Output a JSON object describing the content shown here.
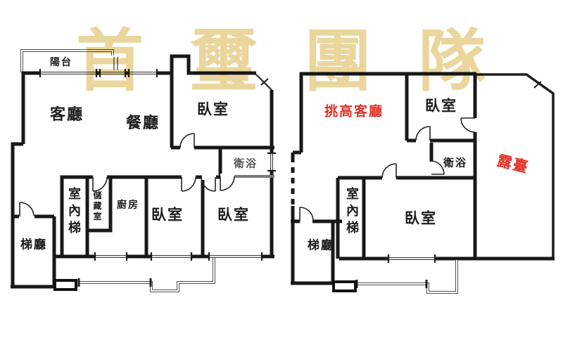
{
  "watermark": {
    "text": "首璽團隊",
    "chars": [
      "首",
      "璽",
      "團",
      "隊"
    ],
    "color": "#ead69d"
  },
  "units": {
    "left": {
      "balcony": "陽台",
      "living": "客廳",
      "dining": "餐廳",
      "bedroom_top": "臥室",
      "bath": "衛浴",
      "indoor_stairs": "室內梯",
      "storage": "儲藏室",
      "kitchen": "廚房",
      "bedroom_a": "臥室",
      "bedroom_b": "臥室",
      "stair_hall": "梯廳"
    },
    "right": {
      "living_high": "挑高客廳",
      "bedroom_top": "臥室",
      "bath": "衛浴",
      "terrace": "露臺",
      "indoor_stairs": "室內梯",
      "bedroom": "臥室",
      "stair_hall": "梯廳"
    }
  },
  "colors": {
    "wall": "#181818",
    "accent_red": "#e03228",
    "watermark_tan": "#ead69d",
    "grey_wall": "#7a7a7a",
    "faded_text": "#5a5a5a"
  }
}
